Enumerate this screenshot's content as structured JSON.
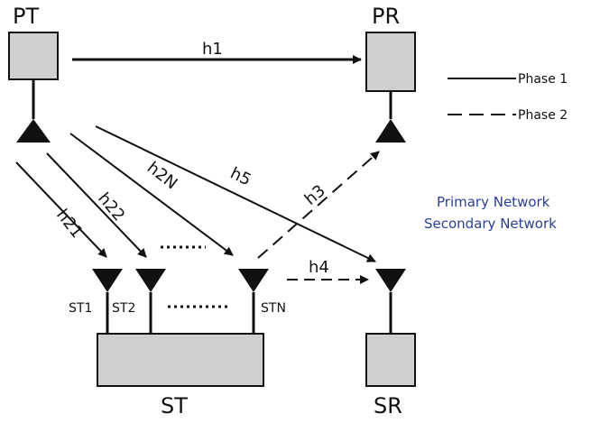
{
  "nodes": {
    "pt": "PT",
    "pr": "PR",
    "st": "ST",
    "sr": "SR",
    "st1": "ST1",
    "st2": "ST2",
    "stn": "STN"
  },
  "channels": {
    "h1": "h1",
    "h21": "h21",
    "h22": "h22",
    "h2n": "h2N",
    "h3": "h3",
    "h4": "h4",
    "h5": "h5"
  },
  "legend": {
    "phase1": "Phase 1",
    "phase2": "Phase 2"
  },
  "networks": {
    "primary": "Primary Network",
    "secondary": "Secondary Network"
  }
}
